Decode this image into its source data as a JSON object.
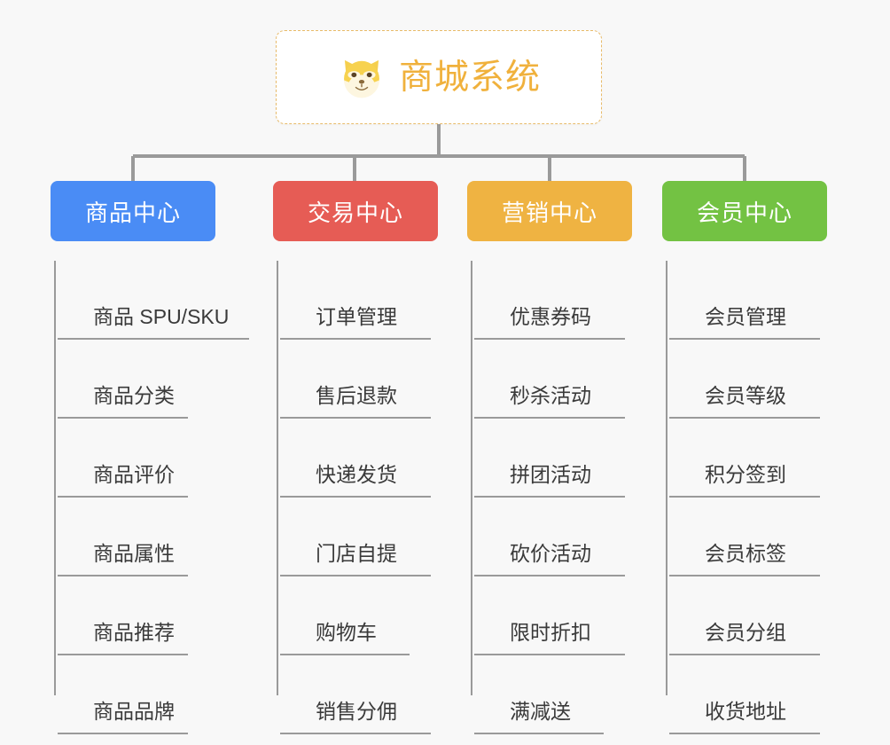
{
  "diagram": {
    "title": "商城系统",
    "type": "org-chart",
    "background_color": "#f8f8f8",
    "line_color": "#9a9a9a"
  },
  "root": {
    "label": "商城系统",
    "icon": "shiba-dog-face-icon",
    "text_color": "#f0b13c",
    "border_color": "#e8bb6a",
    "background_color": "#ffffff"
  },
  "columns": [
    {
      "header": "商品中心",
      "color": "#4a8cf5",
      "items": [
        "商品 SPU/SKU",
        "商品分类",
        "商品评价",
        "商品属性",
        "商品推荐",
        "商品品牌"
      ]
    },
    {
      "header": "交易中心",
      "color": "#e65c55",
      "items": [
        "订单管理",
        "售后退款",
        "快递发货",
        "门店自提",
        "购物车",
        "销售分佣"
      ]
    },
    {
      "header": "营销中心",
      "color": "#efb342",
      "items": [
        "优惠券码",
        "秒杀活动",
        "拼团活动",
        "砍价活动",
        "限时折扣",
        "满减送"
      ]
    },
    {
      "header": "会员中心",
      "color": "#73c243",
      "items": [
        "会员管理",
        "会员等级",
        "积分签到",
        "会员标签",
        "会员分组",
        "收货地址"
      ]
    }
  ]
}
